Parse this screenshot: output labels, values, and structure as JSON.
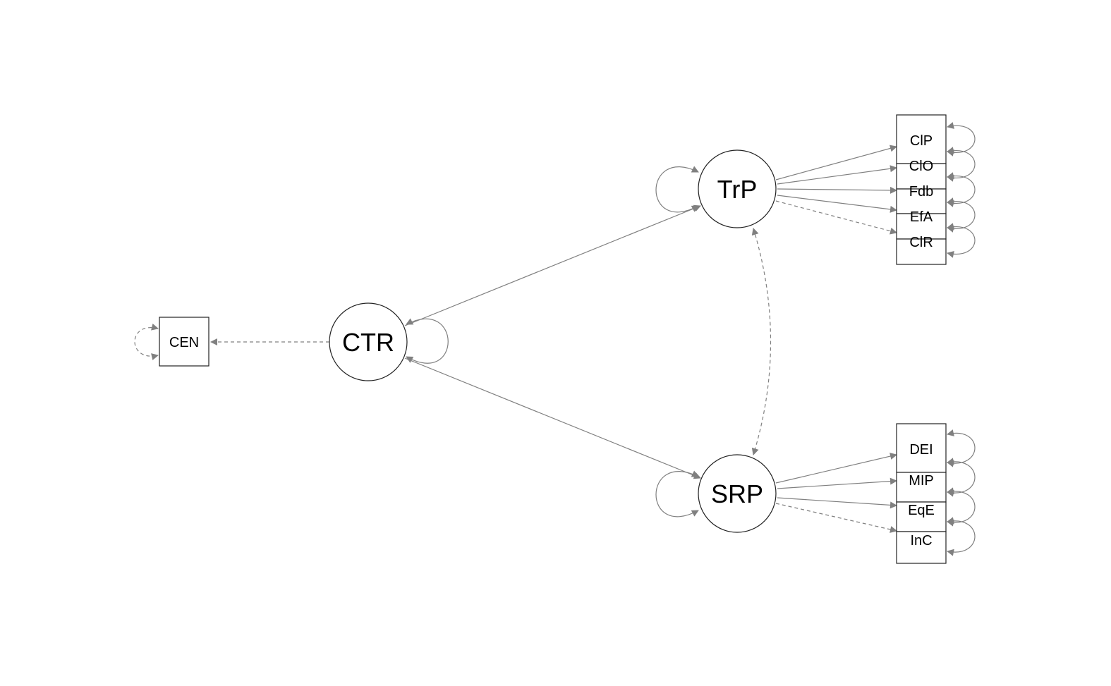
{
  "latent_nodes": {
    "ctr": "CTR",
    "trp": "TrP",
    "srp": "SRP"
  },
  "manifest_nodes": {
    "cen": "CEN",
    "trp_indicators": [
      "ClP",
      "ClO",
      "Fdb",
      "EfA",
      "ClR"
    ],
    "srp_indicators": [
      "DEI",
      "MIP",
      "EqE",
      "InC"
    ]
  },
  "edges": [
    {
      "from": "CTR",
      "to": "CEN",
      "style": "dashed"
    },
    {
      "from": "CTR",
      "to": "TrP",
      "style": "solid"
    },
    {
      "from": "CTR",
      "to": "SRP",
      "style": "solid"
    },
    {
      "from": "TrP",
      "to": "SRP",
      "style": "dashed",
      "bidirectional": true
    },
    {
      "from": "TrP",
      "to": "ClP",
      "style": "solid"
    },
    {
      "from": "TrP",
      "to": "ClO",
      "style": "solid"
    },
    {
      "from": "TrP",
      "to": "Fdb",
      "style": "solid"
    },
    {
      "from": "TrP",
      "to": "EfA",
      "style": "solid"
    },
    {
      "from": "TrP",
      "to": "ClR",
      "style": "dashed"
    },
    {
      "from": "SRP",
      "to": "DEI",
      "style": "solid"
    },
    {
      "from": "SRP",
      "to": "MIP",
      "style": "solid"
    },
    {
      "from": "SRP",
      "to": "EqE",
      "style": "solid"
    },
    {
      "from": "SRP",
      "to": "InC",
      "style": "dashed"
    }
  ],
  "colors": {
    "edge": "#808080",
    "node_border": "#222222",
    "background": "#ffffff"
  }
}
